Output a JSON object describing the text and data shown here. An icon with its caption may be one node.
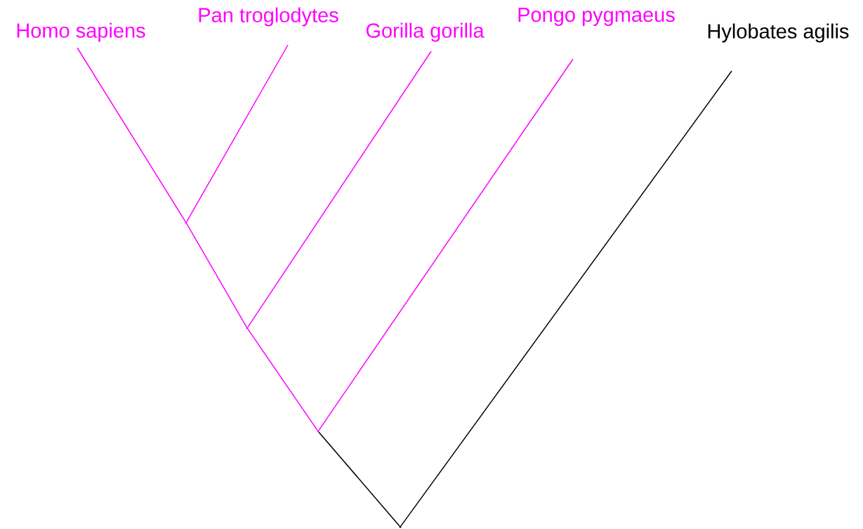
{
  "diagram": {
    "nodes": [
      {
        "text": [
          "Homo sapiens"
        ]
      },
      {
        "text": [
          "Pan troglodytes"
        ]
      },
      {
        "text": [
          "Gorilla gorilla"
        ]
      },
      {
        "text": [
          "Pongo pygmaeus"
        ]
      },
      {
        "text": [
          "Hylobates agilis"
        ]
      },
      {
        "text": [],
        "shape": "point"
      },
      {
        "text": [],
        "shape": "point"
      },
      {
        "text": [],
        "shape": "point"
      },
      {
        "text": [],
        "shape": "point"
      }
    ],
    "edges": [
      {
        "from": 0,
        "to": 5,
        "arrow": "none"
      },
      {
        "from": 1,
        "to": 5,
        "arrow": "none"
      },
      {
        "from": 5,
        "to": 6,
        "arrow": "none"
      },
      {
        "from": 2,
        "to": 6,
        "arrow": "none"
      },
      {
        "from": 6,
        "to": 7,
        "arrow": "none"
      },
      {
        "from": 3,
        "to": 7,
        "arrow": "none"
      },
      {
        "from": 7,
        "to": 8,
        "arrow": "none",
        "color": "#000000"
      },
      {
        "from": 4,
        "to": 8,
        "arrow": "none",
        "color": "#000000"
      }
    ]
  }
}
